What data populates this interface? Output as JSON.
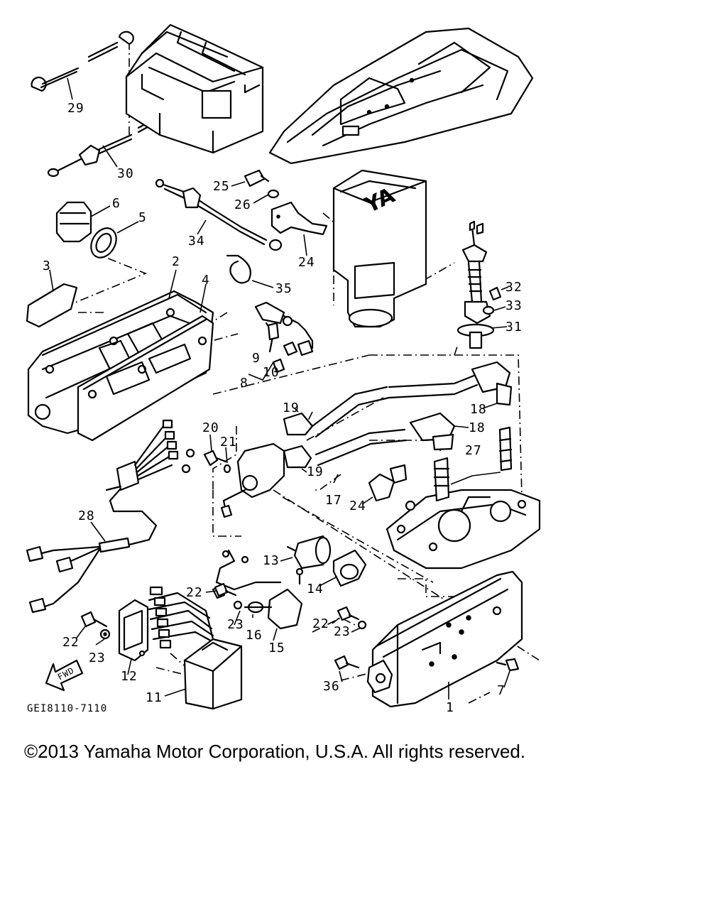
{
  "diagram": {
    "drawing_code": "GEI8110-7110",
    "fwd_label": "FWD",
    "brand_mark": "YA",
    "callouts": {
      "c1": "1",
      "c2": "2",
      "c3": "3",
      "c4": "4",
      "c5": "5",
      "c6": "6",
      "c7": "7",
      "c8": "8",
      "c9": "9",
      "c10": "10",
      "c11": "11",
      "c12": "12",
      "c13": "13",
      "c14": "14",
      "c15": "15",
      "c16": "16",
      "c17": "17",
      "c18a": "18",
      "c18b": "18",
      "c19a": "19",
      "c19b": "19",
      "c20": "20",
      "c21": "21",
      "c22a": "22",
      "c22b": "22",
      "c22c": "22",
      "c23a": "23",
      "c23b": "23",
      "c23c": "23",
      "c24a": "24",
      "c24b": "24",
      "c25": "25",
      "c26": "26",
      "c27": "27",
      "c28": "28",
      "c29": "29",
      "c30": "30",
      "c31": "31",
      "c32": "32",
      "c33": "33",
      "c34": "34",
      "c35": "35",
      "c36": "36"
    }
  },
  "footer": {
    "copyright": "©2013 Yamaha Motor Corporation, U.S.A. All rights reserved."
  }
}
